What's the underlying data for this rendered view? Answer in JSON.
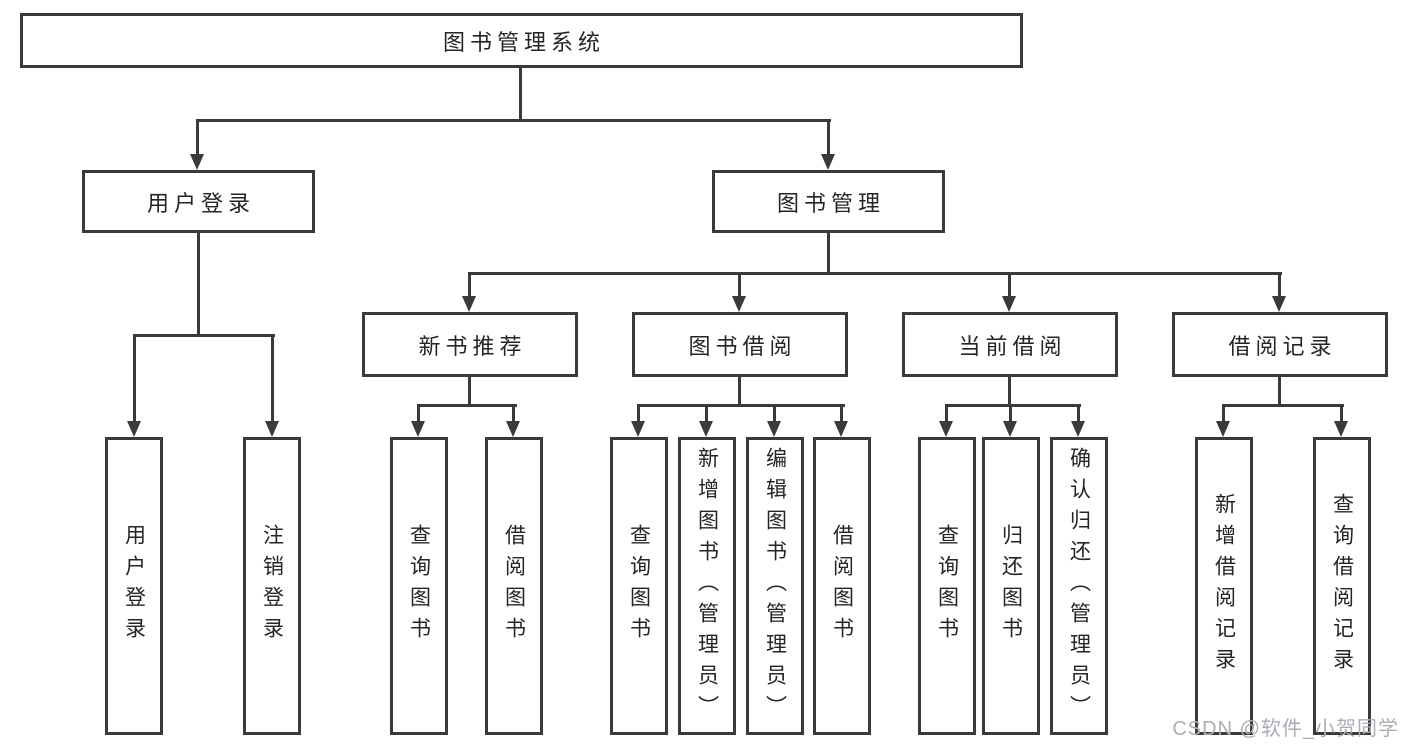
{
  "diagram": {
    "root": {
      "label": "图书管理系统"
    },
    "branches": [
      {
        "label": "用户登录",
        "children": [
          {
            "label": "用户登录"
          },
          {
            "label": "注销登录"
          }
        ]
      },
      {
        "label": "图书管理",
        "children": [
          {
            "label": "新书推荐",
            "children": [
              {
                "label": "查询图书"
              },
              {
                "label": "借阅图书"
              }
            ]
          },
          {
            "label": "图书借阅",
            "children": [
              {
                "label": "查询图书"
              },
              {
                "label": "新增图书（管理员）"
              },
              {
                "label": "编辑图书（管理员）"
              },
              {
                "label": "借阅图书"
              }
            ]
          },
          {
            "label": "当前借阅",
            "children": [
              {
                "label": "查询图书"
              },
              {
                "label": "归还图书"
              },
              {
                "label": "确认归还（管理员）"
              }
            ]
          },
          {
            "label": "借阅记录",
            "children": [
              {
                "label": "新增借阅记录"
              },
              {
                "label": "查询借阅记录"
              }
            ]
          }
        ]
      }
    ]
  },
  "watermark": {
    "label": "CSDN @软件_小贺同学"
  },
  "colors": {
    "line": "#3a3a3a",
    "text": "#252525",
    "watermark": "#a9aeb5",
    "background": "#ffffff"
  }
}
